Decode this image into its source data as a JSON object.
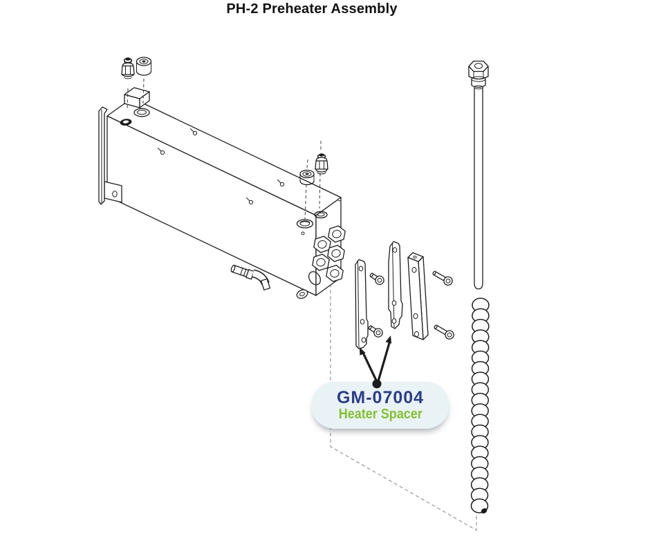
{
  "page": {
    "title": "PH-2 Preheater Assembly"
  },
  "callout": {
    "part_number": "GM-07004",
    "part_name": "Heater Spacer"
  },
  "colors": {
    "line": "#1c1c1c",
    "title": "#111111",
    "badge_bg": "#e9f2f4",
    "part_number": "#2b3d8c",
    "part_name": "#84c22d",
    "dash": "#8c8c8c"
  },
  "parts": [
    "preheater-block",
    "mounting-bracket",
    "top-boss",
    "hex-nipple-fitting-left",
    "push-connect-fitting-left",
    "push-connect-fitting-mid",
    "hex-fitting-mid",
    "barbed-elbow-fitting",
    "corner-ring-fitting",
    "end-face-hex-nuts",
    "heater-spacer-left",
    "heater-spacer-middle",
    "spacer-block-right",
    "short-screws",
    "long-screws",
    "cartridge-heater-rod",
    "heater-coil-spring"
  ]
}
